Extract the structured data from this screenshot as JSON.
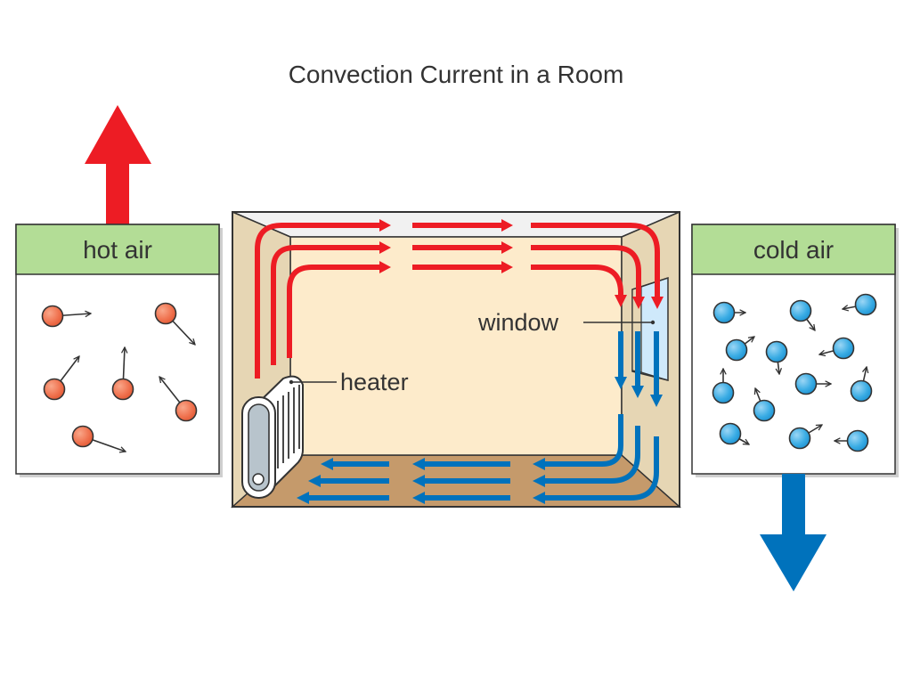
{
  "title": "Convection Current in a Room",
  "colors": {
    "hot": "#ed1c24",
    "cold": "#0072bc",
    "label_band": "#b3dd96",
    "wall": "#e6d6b4",
    "back_wall": "#fdebcb",
    "ceiling": "#f1f1f1",
    "floor": "#c59a6b",
    "window_glass": "#cfe9fb",
    "hot_particle": "#f07350",
    "cold_particle": "#3aace4",
    "outline": "#333333"
  },
  "hot_panel": {
    "label": "hot air",
    "direction": "up",
    "particle_count": 6
  },
  "cold_panel": {
    "label": "cold air",
    "direction": "down",
    "particle_count": 13
  },
  "room": {
    "heater_label": "heater",
    "window_label": "window",
    "hot_current": "rises from heater, flows across ceiling to window",
    "cold_current": "sinks at window, flows across floor back to heater"
  }
}
